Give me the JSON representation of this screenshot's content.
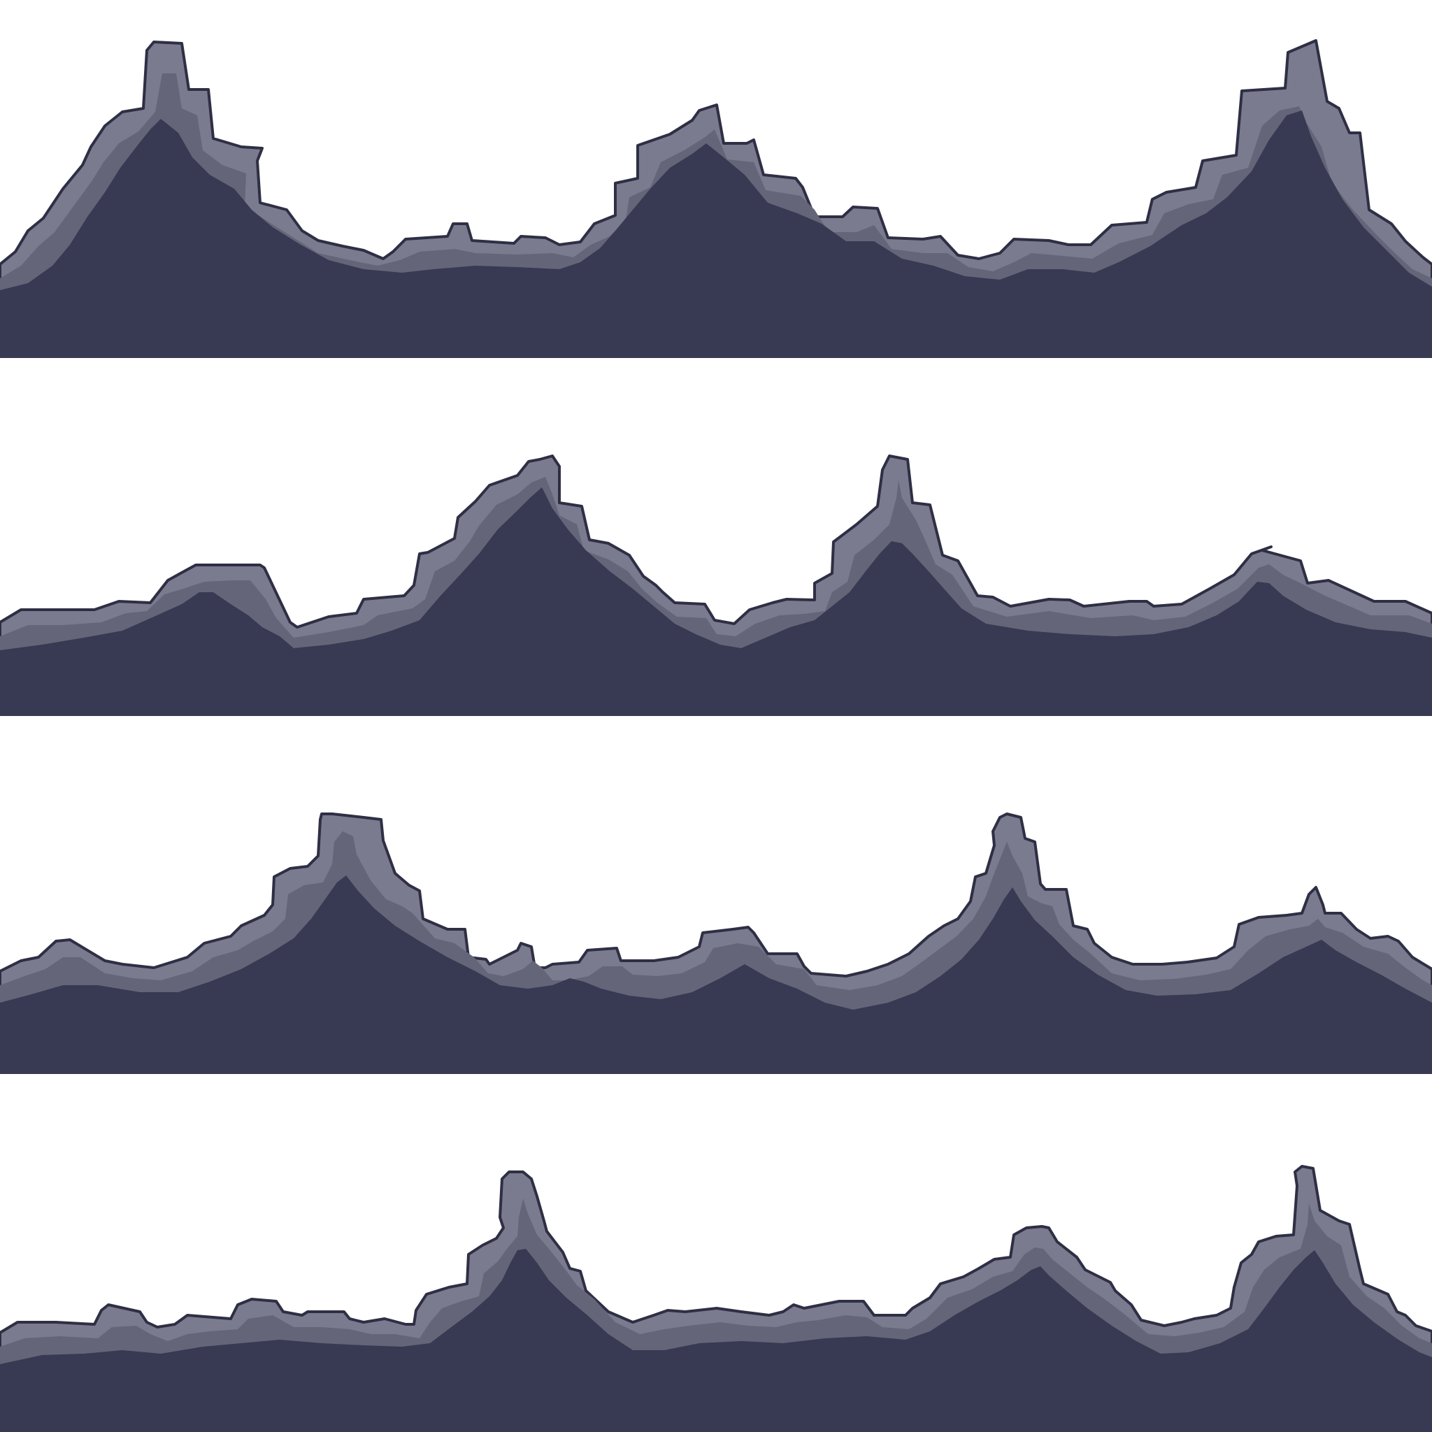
{
  "sprite_sheet": {
    "description_visible_text": "",
    "colors": {
      "background": "#ffffff",
      "fill": "#383952",
      "rim_outer": "#7a7b8e",
      "rim_inner": "#646579",
      "outline": "#2e2f44"
    },
    "strips": [
      {
        "name": "mountain-strip-1",
        "peaks": 3
      },
      {
        "name": "mountain-strip-2",
        "peaks": 4
      },
      {
        "name": "mountain-strip-3",
        "peaks": 4
      },
      {
        "name": "mountain-strip-4",
        "peaks": 4
      }
    ]
  }
}
